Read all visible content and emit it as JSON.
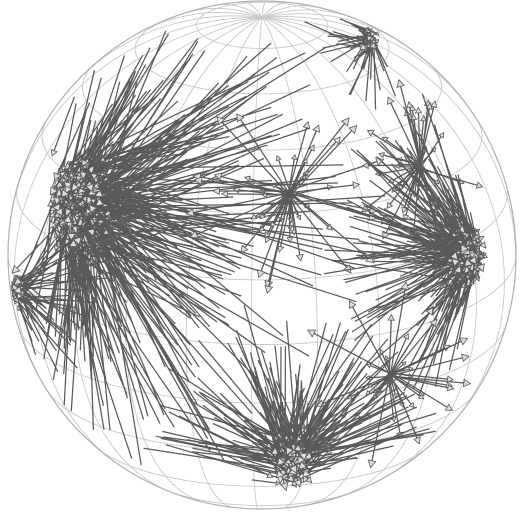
{
  "visualization": {
    "kind": "sphere-vector-field",
    "background_color": "#ffffff",
    "sphere_outline_color": "#b0b0b0",
    "grid_color": "#c8c8c8",
    "vector_color": "#5a5a5a",
    "vector_head_color": "#dcdcdc",
    "head_style": "open-triangle",
    "grid": true,
    "clusters": [
      {
        "name": "left-dense-cluster",
        "direction": "converging",
        "density": "very-high"
      },
      {
        "name": "left-edge-cluster",
        "direction": "converging",
        "density": "high"
      },
      {
        "name": "center-star",
        "direction": "diverging",
        "density": "medium"
      },
      {
        "name": "upper-right-star",
        "direction": "diverging",
        "density": "medium"
      },
      {
        "name": "top-right-cluster",
        "direction": "converging",
        "density": "high"
      },
      {
        "name": "right-edge-cluster",
        "direction": "converging",
        "density": "very-high"
      },
      {
        "name": "lower-right-star",
        "direction": "diverging",
        "density": "medium"
      },
      {
        "name": "bottom-cluster",
        "direction": "converging",
        "density": "very-high"
      }
    ]
  }
}
